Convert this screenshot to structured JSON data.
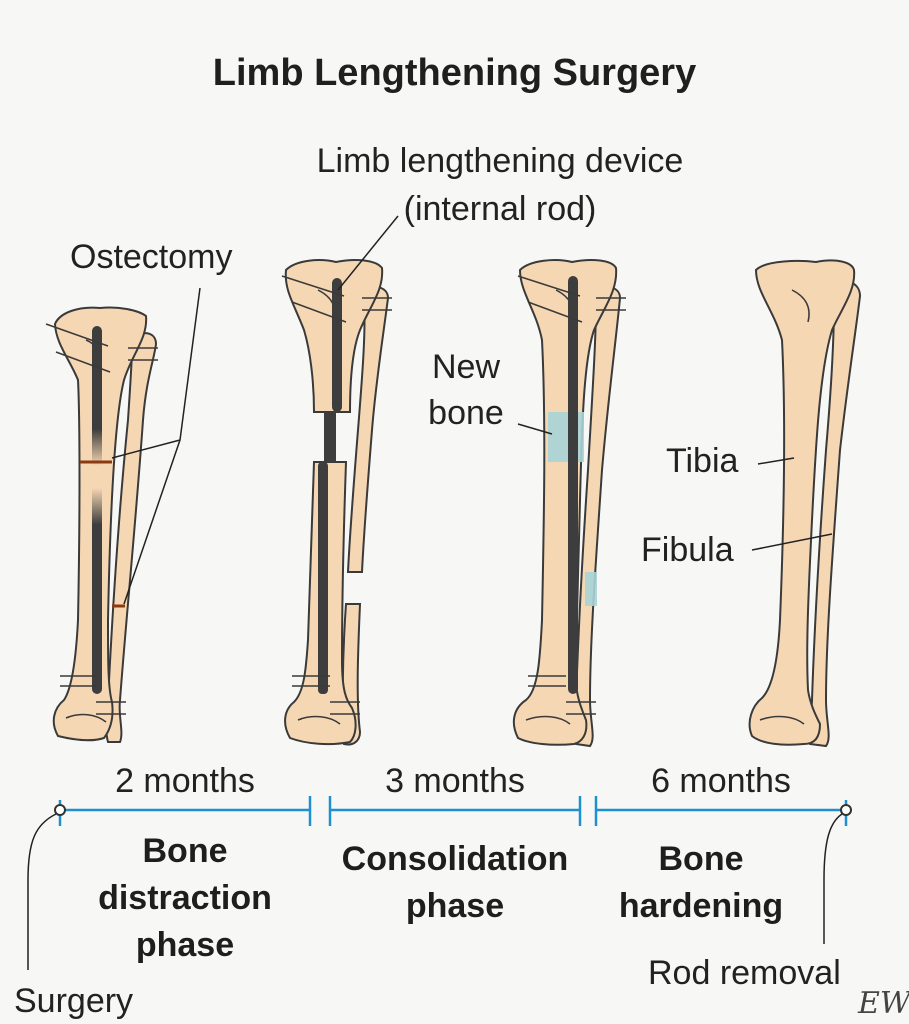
{
  "title": "Limb Lengthening Surgery",
  "labels": {
    "device_line1": "Limb lengthening device",
    "device_line2": "(internal rod)",
    "ostectomy": "Ostectomy",
    "new_bone_line1": "New",
    "new_bone_line2": "bone",
    "tibia": "Tibia",
    "fibula": "Fibula"
  },
  "timeline": {
    "durations": [
      "2 months",
      "3 months",
      "6 months"
    ],
    "phases": [
      [
        "Bone",
        "distraction",
        "phase"
      ],
      [
        "Consolidation",
        "phase"
      ],
      [
        "Bone",
        "hardening"
      ]
    ],
    "start_label": "Surgery",
    "end_label": "Rod removal"
  },
  "signature": "EW",
  "colors": {
    "bone_fill": "#f6d7b3",
    "bone_outline": "#3a3a3a",
    "rod": "#3d3d3d",
    "new_bone": "#a9d3d6",
    "ostectomy_cut": "#8a3b12",
    "timeline": "#1e90d0",
    "background": "#f7f7f6"
  }
}
